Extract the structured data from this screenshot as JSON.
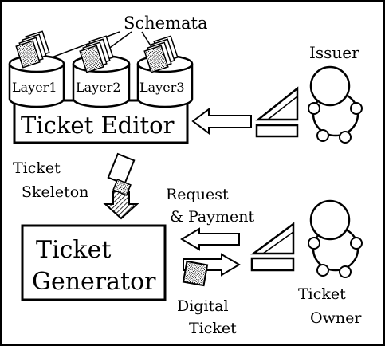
{
  "labels": {
    "schemata": "Schemata",
    "layer1": "Layer1",
    "layer2": "Layer2",
    "layer3": "Layer3",
    "ticket_editor": "Ticket Editor",
    "issuer": "Issuer",
    "ticket_skeleton_line1": "Ticket",
    "ticket_skeleton_line2": "Skeleton",
    "request_payment_line1": "Request",
    "request_payment_line2": "& Payment",
    "ticket_generator_line1": "Ticket",
    "ticket_generator_line2": "Generator",
    "digital_ticket_line1": "Digital",
    "digital_ticket_line2": "Ticket",
    "ticket_owner_line1": "Ticket",
    "ticket_owner_line2": "Owner"
  },
  "icons": {
    "document_stack": "document-stack-icon",
    "person": "person-icon",
    "terminal": "terminal-icon",
    "ticket": "ticket-icon"
  },
  "colors": {
    "ink": "#000000",
    "paper": "#ffffff"
  }
}
